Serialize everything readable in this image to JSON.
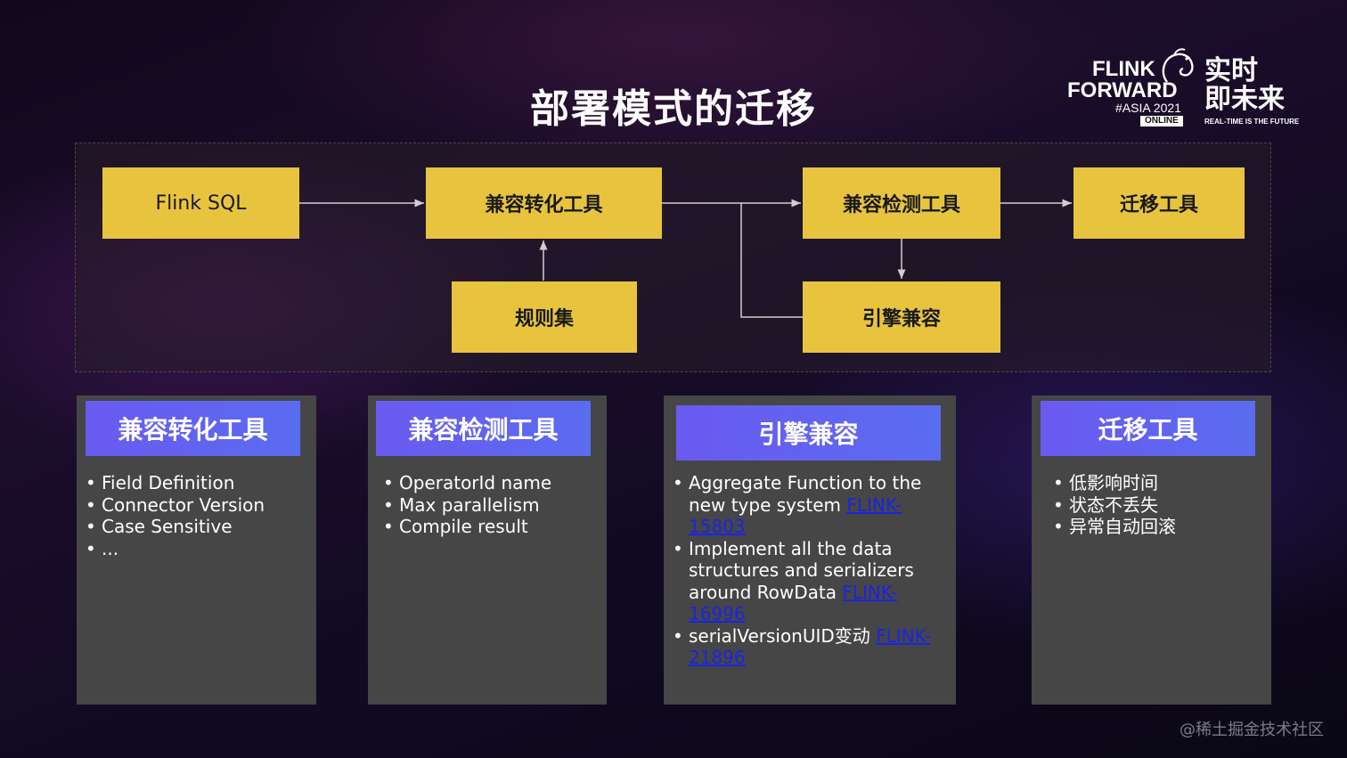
{
  "title": "部署模式的迁移",
  "logo": {
    "flink_line1": "FLINK",
    "flink_line2": "FORWARD",
    "flink_line3": "#ASIA 2021",
    "flink_badge": "ONLINE",
    "cn_line1": "实时",
    "cn_line2": "即未来",
    "cn_line3": "REAL-TIME IS THE FUTURE"
  },
  "diagram": {
    "flink_sql": "Flink SQL",
    "compat_convert": "兼容转化工具",
    "compat_check": "兼容检测工具",
    "migrate": "迁移工具",
    "ruleset": "规则集",
    "engine_compat": "引擎兼容"
  },
  "cards": {
    "convert": {
      "header": "兼容转化工具",
      "items": [
        "Field Definition",
        "Connector Version",
        "Case Sensitive",
        "..."
      ]
    },
    "check": {
      "header": "兼容检测工具",
      "items": [
        "OperatorId name",
        "Max parallelism",
        "Compile result"
      ]
    },
    "engine": {
      "header": "引擎兼容",
      "item1_text": "Aggregate Function to the new type system ",
      "item1_link": "FLINK-15803",
      "item2_text": "Implement all the data structures and serializers around RowData ",
      "item2_link": "FLINK-16996",
      "item3_text": "serialVersionUID变动 ",
      "item3_link": "FLINK-21896"
    },
    "migrate": {
      "header": "迁移工具",
      "items": [
        "低影响时间",
        "状态不丢失",
        "异常自动回滚"
      ]
    }
  },
  "watermark": "@稀土掘金技术社区",
  "colors": {
    "box_yellow": "#e8c43e",
    "card_bg": "#464646",
    "header_blue": "#6a5af0",
    "link_blue": "#1a23e6"
  }
}
